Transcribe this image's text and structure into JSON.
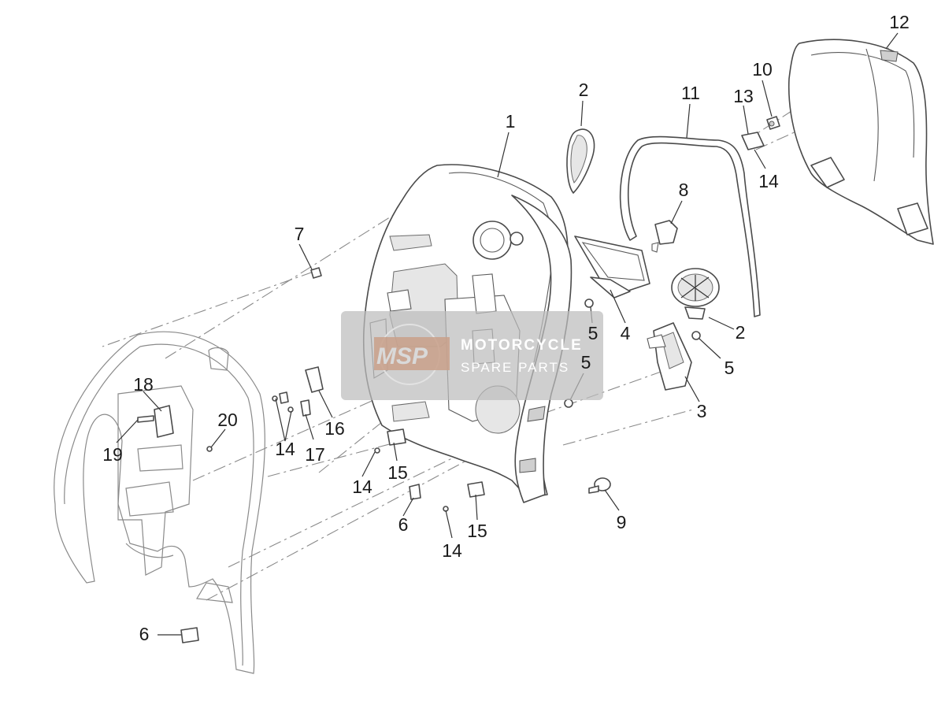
{
  "watermark": {
    "logo": "MSP",
    "line1": "MOTORCYCLE",
    "line2": "SPARE PARTS"
  },
  "callouts": {
    "c1": "1",
    "c2a": "2",
    "c2b": "2",
    "c3": "3",
    "c4": "4",
    "c5a": "5",
    "c5b": "5",
    "c5c": "5",
    "c6a": "6",
    "c6b": "6",
    "c7": "7",
    "c8": "8",
    "c9": "9",
    "c10": "10",
    "c11": "11",
    "c12": "12",
    "c13": "13",
    "c14a": "14",
    "c14b": "14",
    "c14c": "14",
    "c14d": "14",
    "c15a": "15",
    "c15b": "15",
    "c16": "16",
    "c17": "17",
    "c18": "18",
    "c19": "19",
    "c20": "20"
  }
}
